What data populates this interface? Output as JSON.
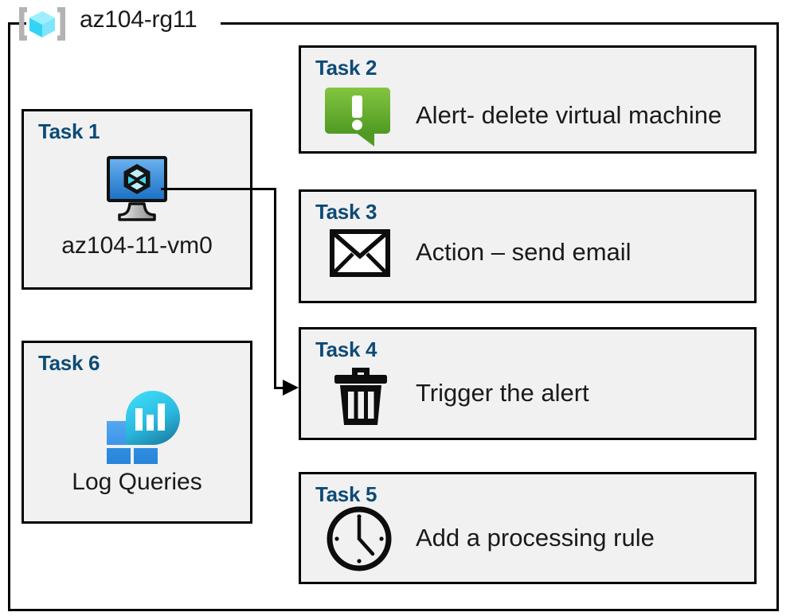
{
  "resource_group": {
    "name": "az104-rg11",
    "icon": "azure-resource-group-icon"
  },
  "tasks": [
    {
      "id": "task1",
      "title": "Task 1",
      "label": "az104-11-vm0",
      "icon": "virtual-machine-icon",
      "layout": "vertical"
    },
    {
      "id": "task2",
      "title": "Task 2",
      "label": "Alert- delete virtual machine",
      "icon": "alert-exclamation-icon",
      "layout": "horizontal"
    },
    {
      "id": "task3",
      "title": "Task 3",
      "label": "Action – send email",
      "icon": "envelope-icon",
      "layout": "horizontal"
    },
    {
      "id": "task4",
      "title": "Task 4",
      "label": "Trigger the alert",
      "icon": "trash-delete-icon",
      "layout": "horizontal"
    },
    {
      "id": "task5",
      "title": "Task 5",
      "label": "Add a processing rule",
      "icon": "clock-icon",
      "layout": "horizontal"
    },
    {
      "id": "task6",
      "title": "Task 6",
      "label": "Log Queries",
      "icon": "log-analytics-icon",
      "layout": "vertical"
    }
  ],
  "connector": {
    "from": "task1-vm-icon",
    "to": "task4-card",
    "style": "elbow-arrow"
  },
  "colors": {
    "task_title": "#0d4a76",
    "card_fill": "#f1f1f1",
    "card_border": "#000000",
    "alert_green_light": "#7ec23e",
    "alert_green_dark": "#4e9a22",
    "vm_blue_light": "#6cb3f0",
    "vm_blue_dark": "#1a6fc4",
    "rg_cube_cyan": "#50e6ff",
    "log_cyan": "#32d4f5",
    "log_teal": "#1b84a8",
    "log_square_blue": "#2f8ee0",
    "text": "#1a1a1a"
  }
}
